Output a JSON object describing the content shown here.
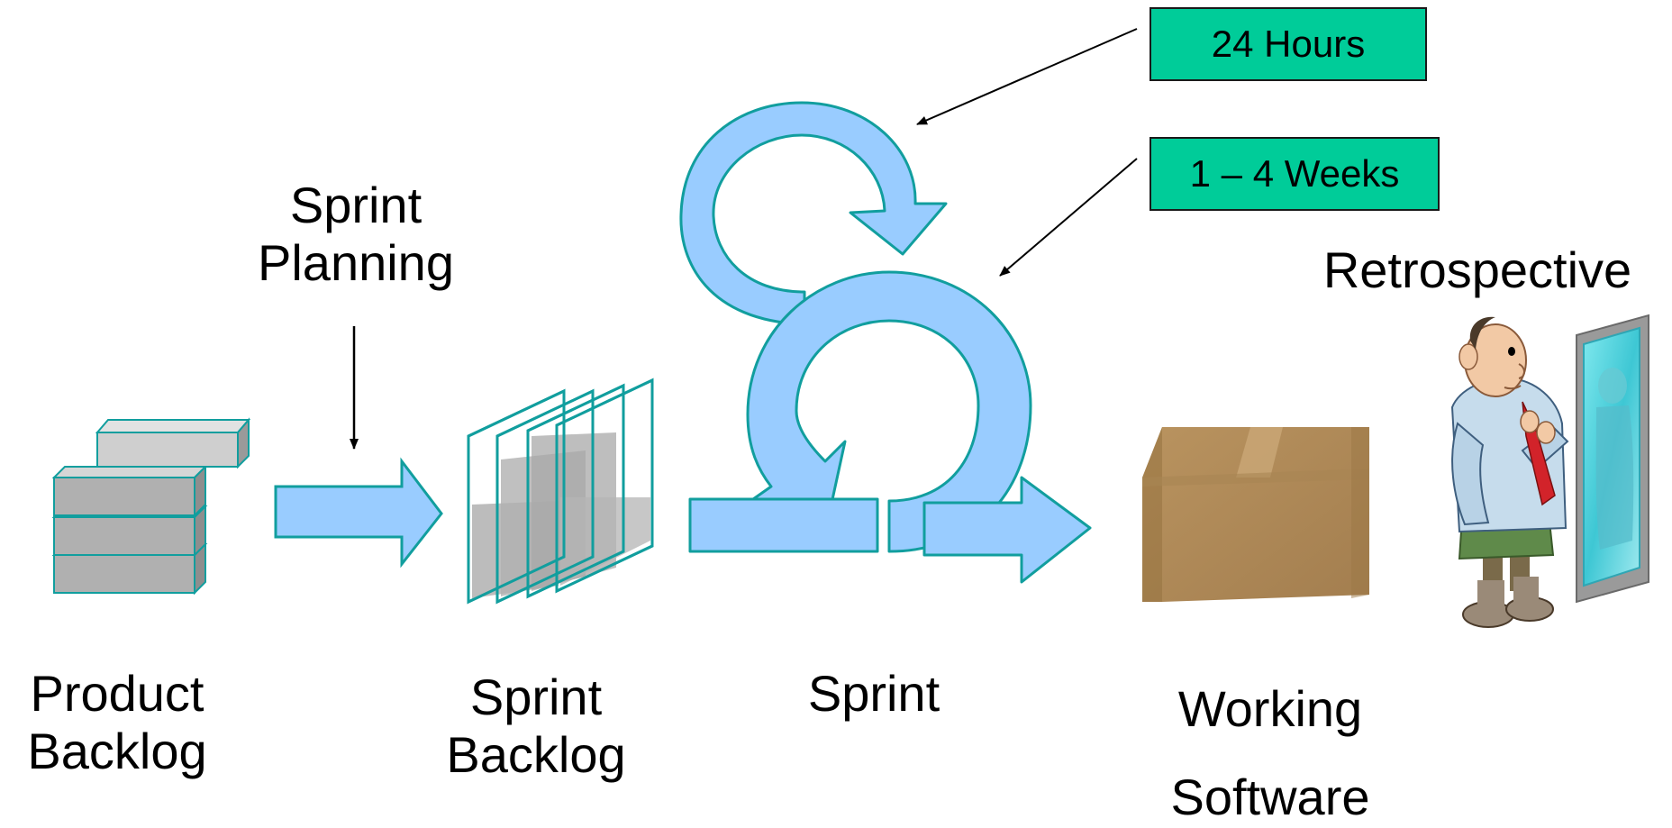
{
  "labels": {
    "sprint_planning": [
      "Sprint",
      "Planning"
    ],
    "product_backlog": [
      "Product",
      "Backlog"
    ],
    "sprint_backlog": [
      "Sprint",
      "Backlog"
    ],
    "sprint": "Sprint",
    "working_software": [
      "Working",
      "Software"
    ],
    "retrospective": "Retrospective"
  },
  "callouts": {
    "daily": "24 Hours",
    "sprint_length": "1 – 4 Weeks"
  },
  "colors": {
    "arrow_fill": "#99ccff",
    "arrow_stroke": "#119e9e",
    "callout_fill": "#00cc99",
    "block_fill": "#b0b0b0",
    "block_top": "#d6d6d6",
    "box_brown": "#b08a5a"
  },
  "icons": {
    "backlog": "stacked-blocks-icon",
    "sprint_backlog": "stacked-pages-icon",
    "sprint": "cycle-arrows-icon",
    "working_software": "cardboard-box-icon",
    "retrospective": "man-at-mirror-icon"
  }
}
